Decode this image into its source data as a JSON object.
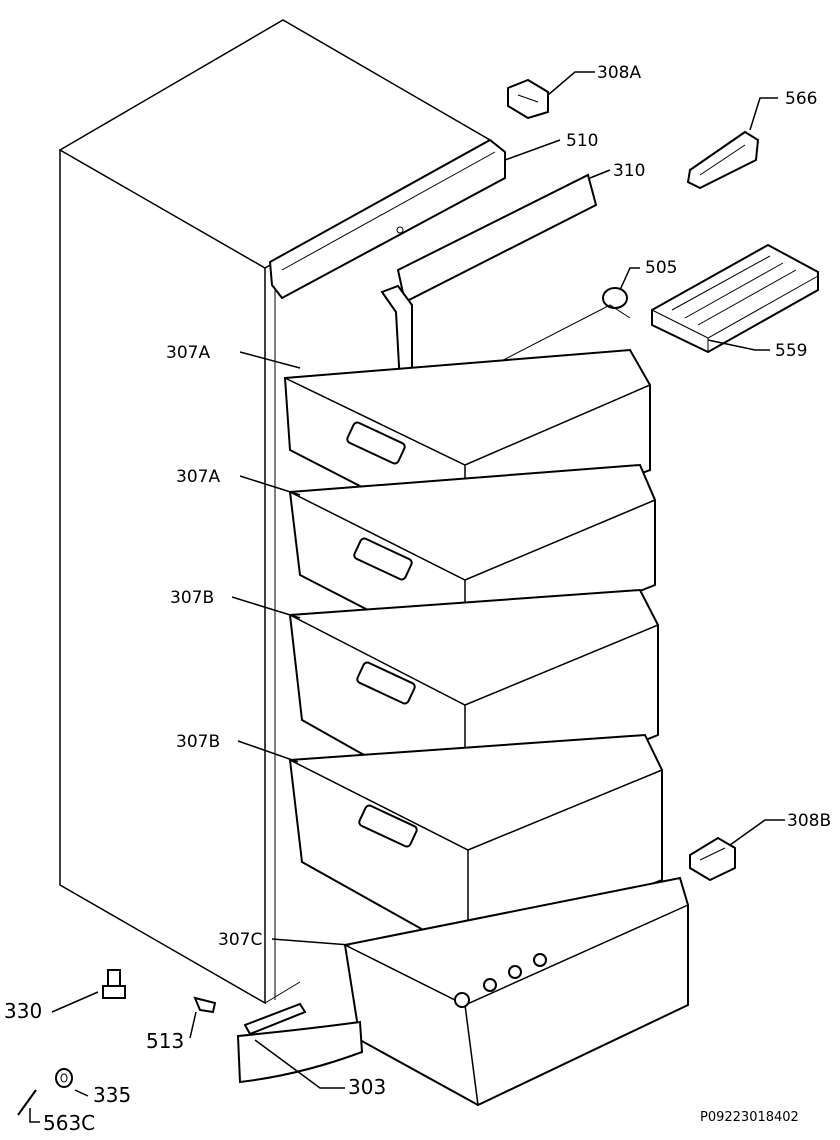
{
  "drawing_code": "P09223018402",
  "labels": {
    "l308a": "308A",
    "l566": "566",
    "l510": "510",
    "l310": "310",
    "l505": "505",
    "l559": "559",
    "l307a_1": "307A",
    "l307a_2": "307A",
    "l307b_1": "307B",
    "l307b_2": "307B",
    "l308b": "308B",
    "l307c": "307C",
    "l330": "330",
    "l513": "513",
    "l335": "335",
    "l303": "303",
    "l563c": "563C"
  }
}
